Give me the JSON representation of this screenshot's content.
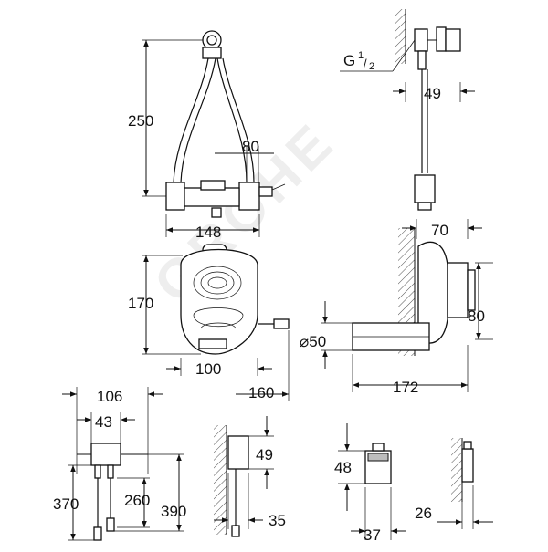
{
  "dimensions": {
    "hose_set_height": "250",
    "hose_spacing": "80",
    "hose_set_width": "148",
    "thread_label": "G",
    "thread_fraction_num": "1",
    "thread_fraction_den": "2",
    "connector_depth": "49",
    "siphon_depth": "70",
    "siphon_height": "170",
    "outlet_height": "80",
    "outlet_diameter": "⌀50",
    "siphon_width": "100",
    "sensor_cable_offset": "160",
    "outlet_length": "172",
    "box_width": "106",
    "box_inner_width": "43",
    "box_height_a": "370",
    "box_height_b": "260",
    "box_height_c": "390",
    "plate_height": "49",
    "plate_depth": "35",
    "sensor_height": "48",
    "sensor_width": "37",
    "sensor_depth": "26"
  },
  "watermark": "GROHE"
}
